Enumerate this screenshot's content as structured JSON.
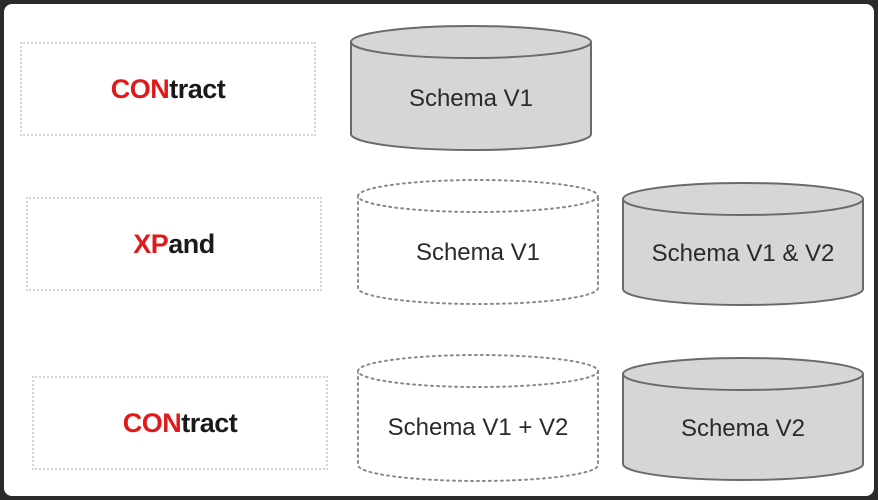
{
  "rows": [
    {
      "label": {
        "highlight": "CON",
        "rest": "tract"
      },
      "databases": [
        {
          "text": "Schema V1",
          "style": "solid"
        }
      ]
    },
    {
      "label": {
        "highlight": "XP",
        "rest": "and"
      },
      "databases": [
        {
          "text": "Schema V1",
          "style": "dotted"
        },
        {
          "text": "Schema V1 & V2",
          "style": "solid"
        }
      ]
    },
    {
      "label": {
        "highlight": "CON",
        "rest": "tract"
      },
      "databases": [
        {
          "text": "Schema V1 + V2",
          "style": "dotted"
        },
        {
          "text": "Schema V2",
          "style": "solid"
        }
      ]
    }
  ],
  "colors": {
    "highlight": "#e01a1a",
    "cylinder_fill": "#d6d6d6",
    "cylinder_stroke": "#6a6a6a",
    "dotted_stroke": "#8a8a8a"
  }
}
